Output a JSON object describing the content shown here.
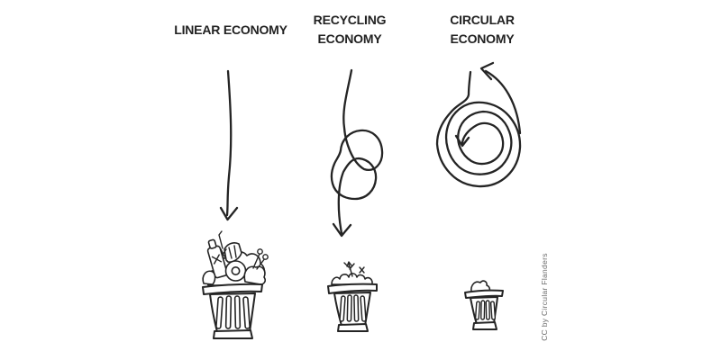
{
  "illustration": {
    "background": "#ffffff",
    "ink_color": "#242424",
    "caption_color": "#6b6b6b",
    "caption": "CC by Circular Flanders",
    "columns": [
      {
        "key": "linear",
        "title_lines": [
          "LINEAR ECONOMY"
        ]
      },
      {
        "key": "recycling",
        "title_lines": [
          "RECYCLING",
          "ECONOMY"
        ]
      },
      {
        "key": "circular",
        "title_lines": [
          "CIRCULAR",
          "ECONOMY"
        ]
      }
    ]
  }
}
